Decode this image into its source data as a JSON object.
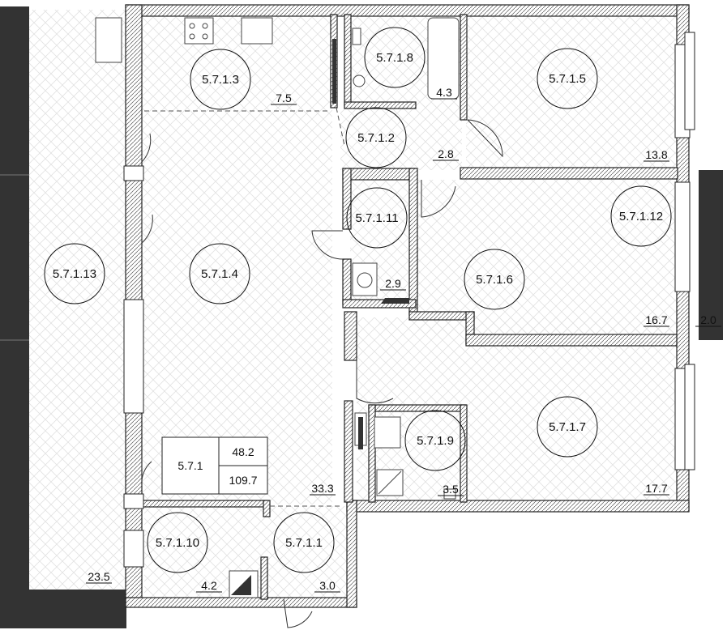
{
  "rooms": [
    {
      "id": "r13",
      "code": "5.7.1.13",
      "area": "23.5"
    },
    {
      "id": "r3",
      "code": "5.7.1.3",
      "area": "7.5"
    },
    {
      "id": "r8",
      "code": "5.7.1.8",
      "area": "4.3"
    },
    {
      "id": "r5",
      "code": "5.7.1.5",
      "area": "13.8"
    },
    {
      "id": "r2",
      "code": "5.7.1.2",
      "area": "2.8"
    },
    {
      "id": "r11",
      "code": "5.7.1.11",
      "area": "2.9"
    },
    {
      "id": "r12",
      "code": "5.7.1.12",
      "area": "2.0"
    },
    {
      "id": "r4",
      "code": "5.7.1.4",
      "area": "33.3"
    },
    {
      "id": "r6",
      "code": "5.7.1.6",
      "area": "16.7"
    },
    {
      "id": "r9",
      "code": "5.7.1.9",
      "area": "3.5"
    },
    {
      "id": "r7",
      "code": "5.7.1.7",
      "area": "17.7"
    },
    {
      "id": "r10",
      "code": "5.7.1.10",
      "area": "4.2"
    },
    {
      "id": "r1",
      "code": "5.7.1.1",
      "area": "3.0"
    }
  ],
  "summary": {
    "code": "5.7.1",
    "living_area": "48.2",
    "total_area": "109.7"
  }
}
